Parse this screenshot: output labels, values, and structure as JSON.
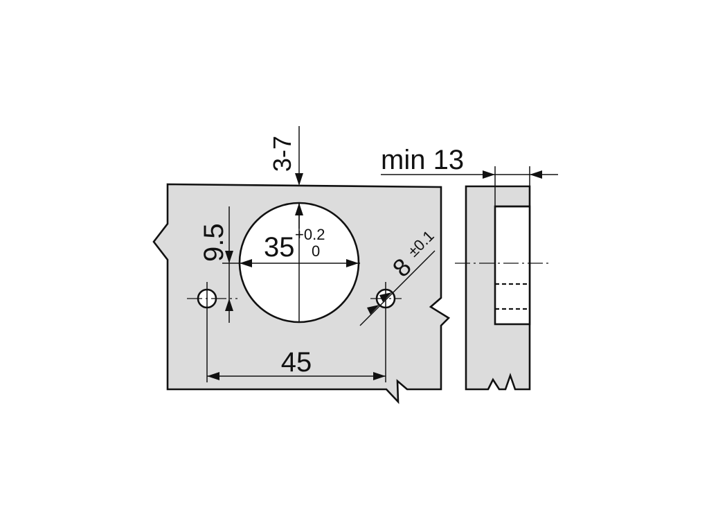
{
  "dimensions": {
    "cup_depth_offset": "3-7",
    "edge_to_cup_center": "9.5",
    "cup_diameter": "35",
    "cup_tol_upper": "+0.2",
    "cup_tol_lower": "0",
    "screw_hole_diameter": "8",
    "screw_hole_tol": "±0.1",
    "hole_spacing": "45",
    "min_thickness": "min 13"
  }
}
